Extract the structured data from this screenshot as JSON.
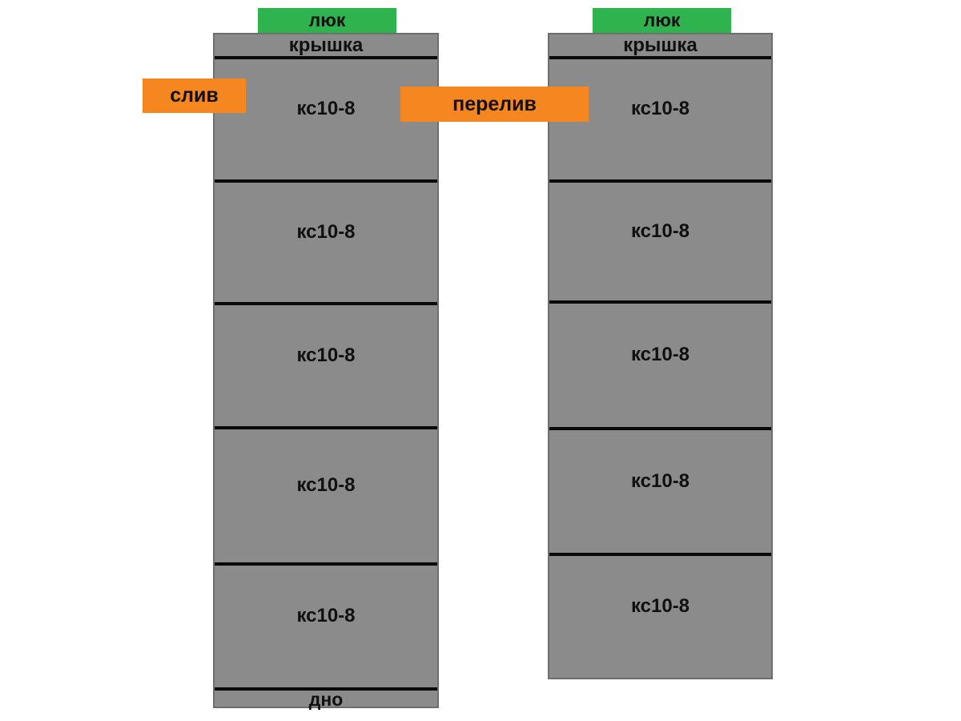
{
  "diagram": {
    "title_hint": "two-chamber concrete ring septic tank scheme",
    "colors": {
      "background": "#ffffff",
      "tank_gray": "#8b8b8b",
      "tank_border": "#6e6e6e",
      "joint_line": "#0a0a0a",
      "hatch_green": "#2fb34e",
      "pipe_orange": "#f6861f",
      "text": "#101010"
    },
    "left_tank": {
      "hatch_label": "люк",
      "lid_label": "крышка",
      "sections": [
        "кс10-8",
        "кс10-8",
        "кс10-8",
        "кс10-8",
        "кс10-8"
      ],
      "bottom_label": "дно"
    },
    "right_tank": {
      "hatch_label": "люк",
      "lid_label": "крышка",
      "sections": [
        "кс10-8",
        "кс10-8",
        "кс10-8",
        "кс10-8",
        "кс10-8"
      ]
    },
    "drain_label": "слив",
    "overflow_label": "перелив"
  }
}
